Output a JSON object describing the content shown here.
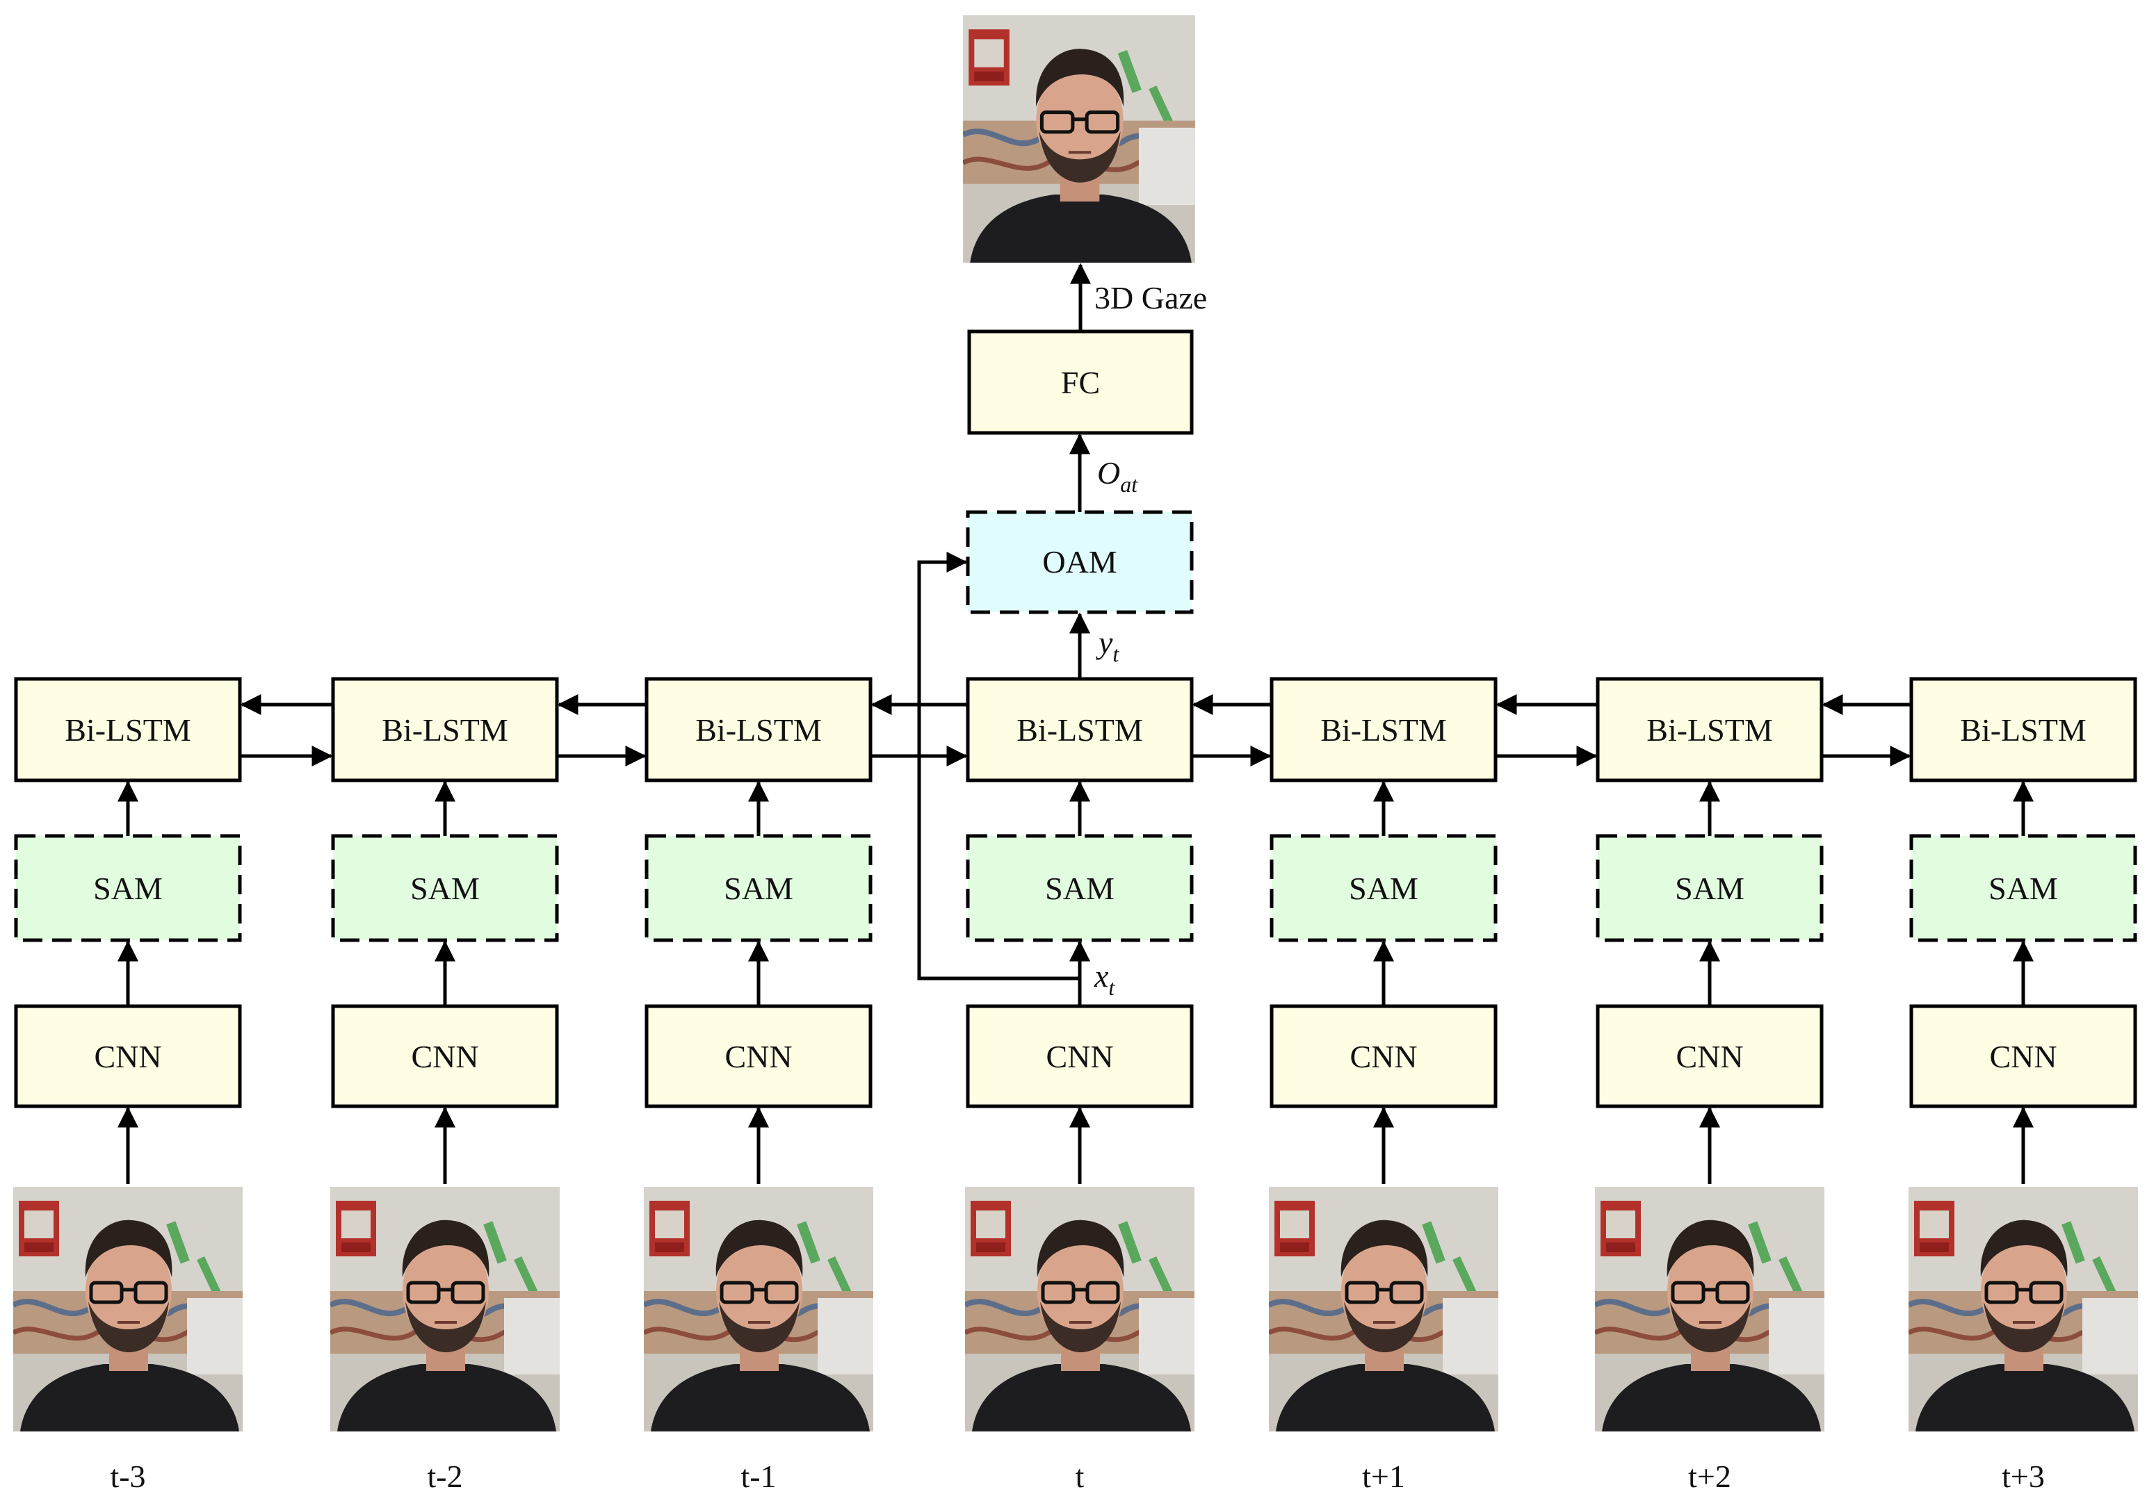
{
  "colors": {
    "yellow_fill": "#fffde3",
    "green_fill": "#e2fce0",
    "cyan_fill": "#e0fcfd",
    "stroke": "#000000"
  },
  "columns": [
    {
      "frame_label": "t-3",
      "cnn": "CNN",
      "sam": "SAM",
      "lstm": "Bi-LSTM"
    },
    {
      "frame_label": "t-2",
      "cnn": "CNN",
      "sam": "SAM",
      "lstm": "Bi-LSTM"
    },
    {
      "frame_label": "t-1",
      "cnn": "CNN",
      "sam": "SAM",
      "lstm": "Bi-LSTM"
    },
    {
      "frame_label": "t",
      "cnn": "CNN",
      "sam": "SAM",
      "lstm": "Bi-LSTM"
    },
    {
      "frame_label": "t+1",
      "cnn": "CNN",
      "sam": "SAM",
      "lstm": "Bi-LSTM"
    },
    {
      "frame_label": "t+2",
      "cnn": "CNN",
      "sam": "SAM",
      "lstm": "Bi-LSTM"
    },
    {
      "frame_label": "t+3",
      "cnn": "CNN",
      "sam": "SAM",
      "lstm": "Bi-LSTM"
    }
  ],
  "head": {
    "oam": "OAM",
    "fc": "FC",
    "output_label": "3D Gaze"
  },
  "edge_labels": {
    "x_t": {
      "base": "x",
      "sub": "t"
    },
    "y_t": {
      "base": "y",
      "sub": "t"
    },
    "o_at": {
      "base": "O",
      "sub": "at"
    }
  }
}
